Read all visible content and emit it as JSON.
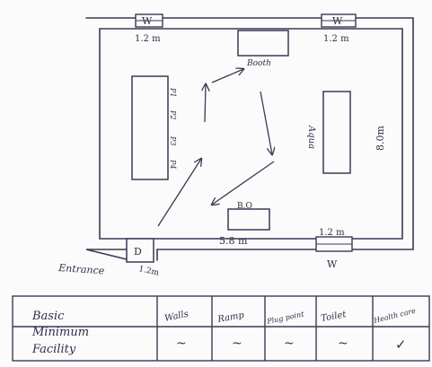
{
  "floor_plan": {
    "windows": [
      {
        "letter": "W",
        "width_label": "1.2 m"
      },
      {
        "letter": "W",
        "width_label": "1.2 m"
      },
      {
        "letter": "W",
        "width_label": "1.2 m"
      }
    ],
    "door": {
      "letter": "D",
      "width_label": "1.2m"
    },
    "entrance_label": "Entrance",
    "length_label": "5.8 m",
    "width_label": "8.0m",
    "rooms": {
      "top": "Booth",
      "right": "Aqua",
      "bottom": "B.O",
      "left_labels": [
        "P1",
        "P2",
        "P3",
        "P4"
      ]
    }
  },
  "facility_table": {
    "row_header": [
      "Basic",
      "Minimum",
      "Facility"
    ],
    "columns": [
      "Walls",
      "Ramp",
      "Plug point",
      "Toilet",
      "Health care"
    ],
    "marks": [
      "~",
      "~",
      "~",
      "~",
      "✓"
    ]
  }
}
